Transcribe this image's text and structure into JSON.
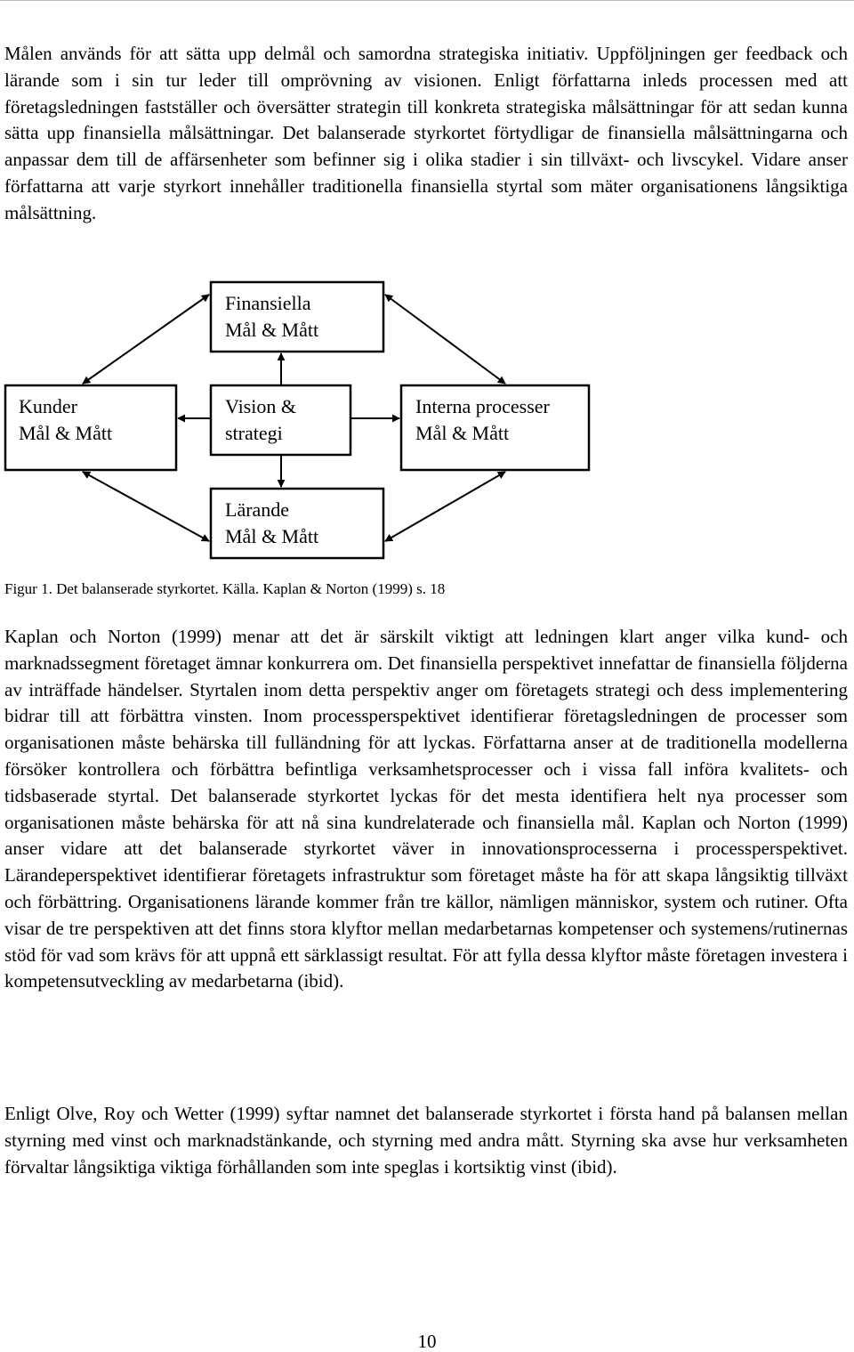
{
  "body": {
    "paragraph_1": "Målen används för att sätta upp delmål och samordna strategiska initiativ. Uppföljningen ger feedback och lärande som i sin tur leder till omprövning av visionen. Enligt författarna inleds processen med att företagsledningen fastställer och översätter strategin till konkreta strategiska målsättningar för att sedan kunna sätta upp finansiella målsättningar. Det balanserade styrkortet förtydligar de finansiella målsättningarna och anpassar dem till de affärsenheter som befinner sig i olika stadier i sin tillväxt- och livscykel. Vidare anser författarna att varje styrkort innehåller traditionella finansiella styrtal som mäter organisationens långsiktiga målsättning.",
    "paragraph_2": "Kaplan och Norton (1999) menar att det är särskilt viktigt att ledningen klart anger vilka kund- och marknadssegment företaget ämnar konkurrera om. Det finansiella perspektivet innefattar de finansiella följderna av inträffade händelser. Styrtalen inom detta perspektiv anger om företagets strategi och dess implementering bidrar till att förbättra vinsten. Inom processperspektivet identifierar företagsledningen de processer som organisationen måste behärska till fulländning för att lyckas. Författarna anser at de traditionella modellerna försöker kontrollera och förbättra befintliga verksamhetsprocesser och i vissa fall införa kvalitets- och tidsbaserade styrtal. Det balanserade styrkortet lyckas för det mesta identifiera helt nya processer som organisationen måste behärska för att nå sina kundrelaterade och finansiella mål. Kaplan och Norton (1999) anser vidare att det balanserade styrkortet väver in innovationsprocesserna i processperspektivet. Lärandeperspektivet identifierar företagets infrastruktur som företaget måste ha för att skapa långsiktig tillväxt och förbättring. Organisationens lärande kommer från tre källor, nämligen människor, system och rutiner. Ofta visar de tre perspektiven att det finns stora klyftor mellan medarbetarnas kompetenser och systemens/rutinernas stöd för vad som krävs för att uppnå ett särklassigt resultat. För att fylla dessa klyftor måste företagen investera i kompetensutveckling av medarbetarna (ibid).",
    "paragraph_3": "Enligt Olve, Roy och Wetter (1999) syftar namnet det balanserade styrkortet i första hand på balansen mellan styrning med vinst och marknadstänkande, och styrning med andra mått. Styrning ska avse hur verksamheten förvaltar långsiktiga viktiga förhållanden som inte speglas i kortsiktig vinst (ibid)."
  },
  "figure": {
    "boxes": {
      "finansiella": {
        "line1": "Finansiella",
        "line2": "Mål & Mått"
      },
      "kunder": {
        "line1": "Kunder",
        "line2": "Mål & Mått"
      },
      "vision": {
        "line1": "Vision &",
        "line2": "strategi"
      },
      "interna": {
        "line1": "Interna processer",
        "line2": "Mål & Mått"
      },
      "larande": {
        "line1": "Lärande",
        "line2": "Mål & Mått"
      }
    },
    "caption": "Figur 1. Det balanserade styrkortet. Källa. Kaplan & Norton (1999) s. 18"
  },
  "page_number": "10"
}
